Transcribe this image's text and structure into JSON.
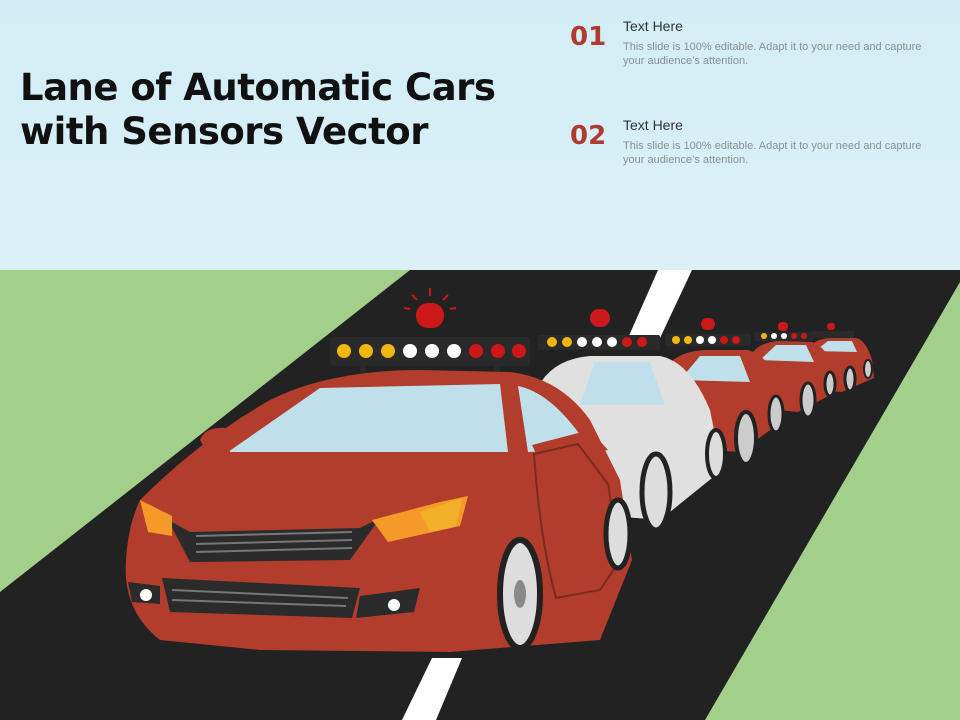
{
  "slide": {
    "title_line1": "Lane of Automatic Cars",
    "title_line2": "with Sensors Vector",
    "points": [
      {
        "number": "01",
        "heading": "Text Here",
        "body": "This slide is 100% editable. Adapt it to your need and capture your audience’s attention."
      },
      {
        "number": "02",
        "heading": "Text Here",
        "body": "This slide is 100% editable. Adapt it to your need and capture your audience’s attention."
      }
    ]
  },
  "colors": {
    "sky": "#d4eef5",
    "grass": "#a2cf8a",
    "road": "#222222",
    "accent_red": "#b03a2e",
    "car_red": "#b23d2c",
    "car_white": "#e0e0e0",
    "siren": "#cc1818",
    "sensor_yellow": "#f1b70e"
  },
  "scene": {
    "illustration": "road-with-lane-of-cars",
    "car_colors": [
      "red",
      "white",
      "red",
      "red",
      "red"
    ],
    "roof_lights": [
      "yellow",
      "yellow",
      "yellow",
      "white",
      "white",
      "white",
      "red",
      "red",
      "red"
    ]
  }
}
